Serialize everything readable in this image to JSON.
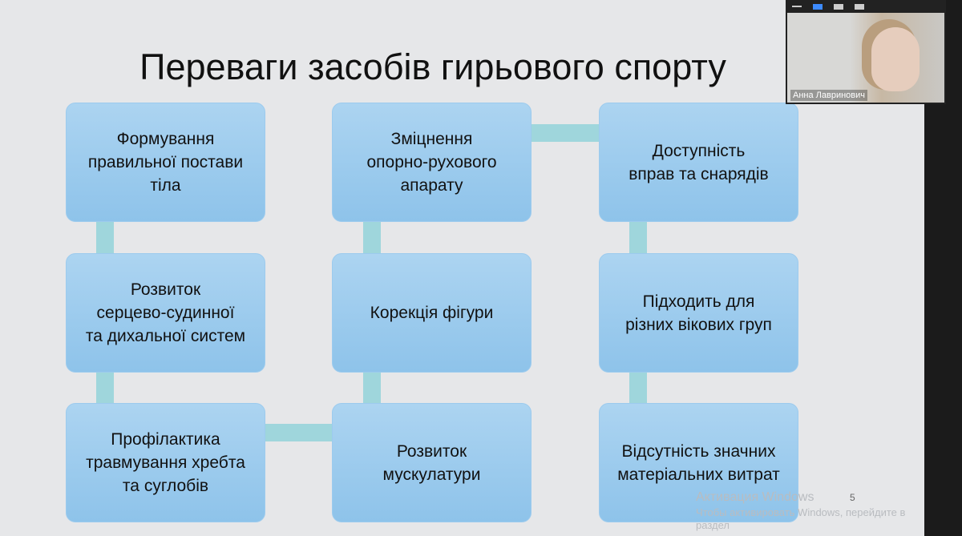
{
  "slide": {
    "title": "Переваги засобів гирьового спорту",
    "boxes": [
      "Формування\nправильної постави\nтіла",
      "Зміцнення\nопорно-рухового\nапарату",
      "Доступність\nвправ та снарядів",
      "Розвиток\nсерцево-судинної\nта дихальної систем",
      "Корекція фігури",
      "Підходить для\nрізних вікових груп",
      "Профілактика\nтравмування хребта\nта суглобів",
      "Розвиток\nмускулатури",
      "Відсутність значних\nматеріальних витрат"
    ],
    "page_number": "5"
  },
  "video": {
    "participant_name": "Анна Лавринович"
  },
  "watermark": {
    "title": "Активация Windows",
    "subtitle": "Чтобы активировать Windows, перейдите в раздел"
  },
  "colors": {
    "box": "#9ccbee",
    "connector": "#9fd6dc",
    "background": "#e6e7e9"
  }
}
